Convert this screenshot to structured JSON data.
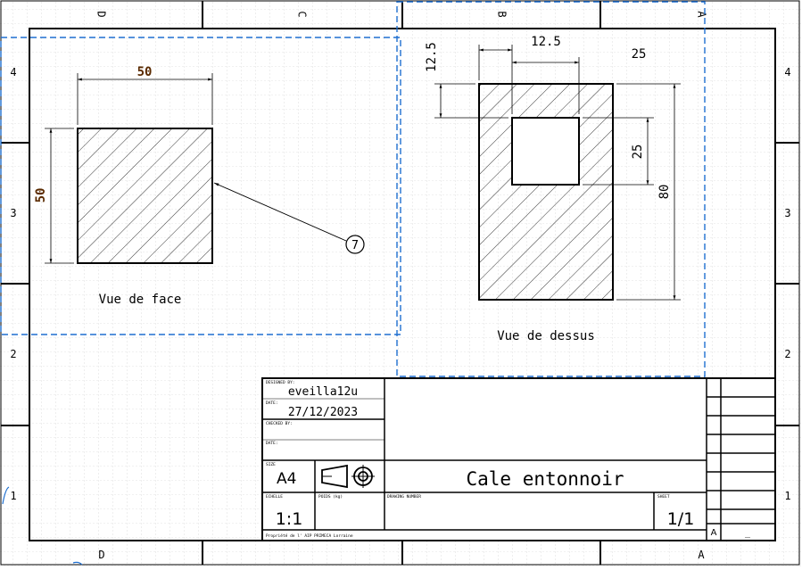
{
  "border": {
    "col_top": [
      "D",
      "C",
      "B",
      "A"
    ],
    "col_bottom": [
      "D",
      "A"
    ],
    "row_left": [
      "4",
      "3",
      "2",
      "1"
    ],
    "row_right": [
      "4",
      "3",
      "2",
      "1"
    ]
  },
  "views": {
    "front": {
      "label": "Vue de face",
      "dim_width": "50",
      "dim_height": "50",
      "balloon": "7"
    },
    "top": {
      "label": "Vue de dessus",
      "dim_offset_x": "12.5",
      "dim_hole_width": "25",
      "dim_offset_y": "12.5",
      "dim_hole_height": "25",
      "dim_overall": "80"
    }
  },
  "title_block": {
    "designed_by_label": "DESIGNED BY:",
    "designed_by": "eveilla12u",
    "date_label": "DATE:",
    "date": "27/12/2023",
    "checked_by_label": "CHECKED BY:",
    "date2_label": "DATE:",
    "size_label": "SIZE",
    "size": "A4",
    "title": "Cale entonnoir",
    "echelle_label": "ECHELLE",
    "scale": "1:1",
    "poids_label": "POIDS (kg)",
    "drawing_number_label": "DRAWING NUMBER",
    "sheet_label": "SHEET",
    "sheet": "1/1",
    "owner": "Propriété de l' AIP PRIMECA Lorraine",
    "revision": "A",
    "revision_dash": "_"
  }
}
